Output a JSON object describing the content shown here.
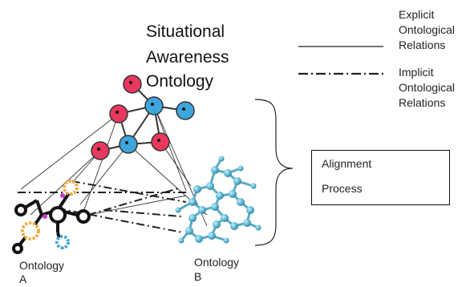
{
  "title": {
    "line1": "Situational",
    "line2": "Awareness",
    "line3": "Ontology"
  },
  "legend": {
    "explicit": {
      "line1": "Explicit",
      "line2": "Ontological",
      "line3": "Relations"
    },
    "implicit": {
      "line1": "Implicit",
      "line2": "Ontological",
      "line3": "Relations"
    }
  },
  "alignment": {
    "line1": "Alignment",
    "line2": "Process"
  },
  "ontology_a": {
    "line1": "Ontology",
    "line2": "A"
  },
  "ontology_b": {
    "line1": "Ontology",
    "line2": "B"
  },
  "colors": {
    "red_node": "#e8385e",
    "blue_node": "#3ea6dc",
    "mol_b": "#6cc0d8",
    "mol_a": "#111111"
  }
}
